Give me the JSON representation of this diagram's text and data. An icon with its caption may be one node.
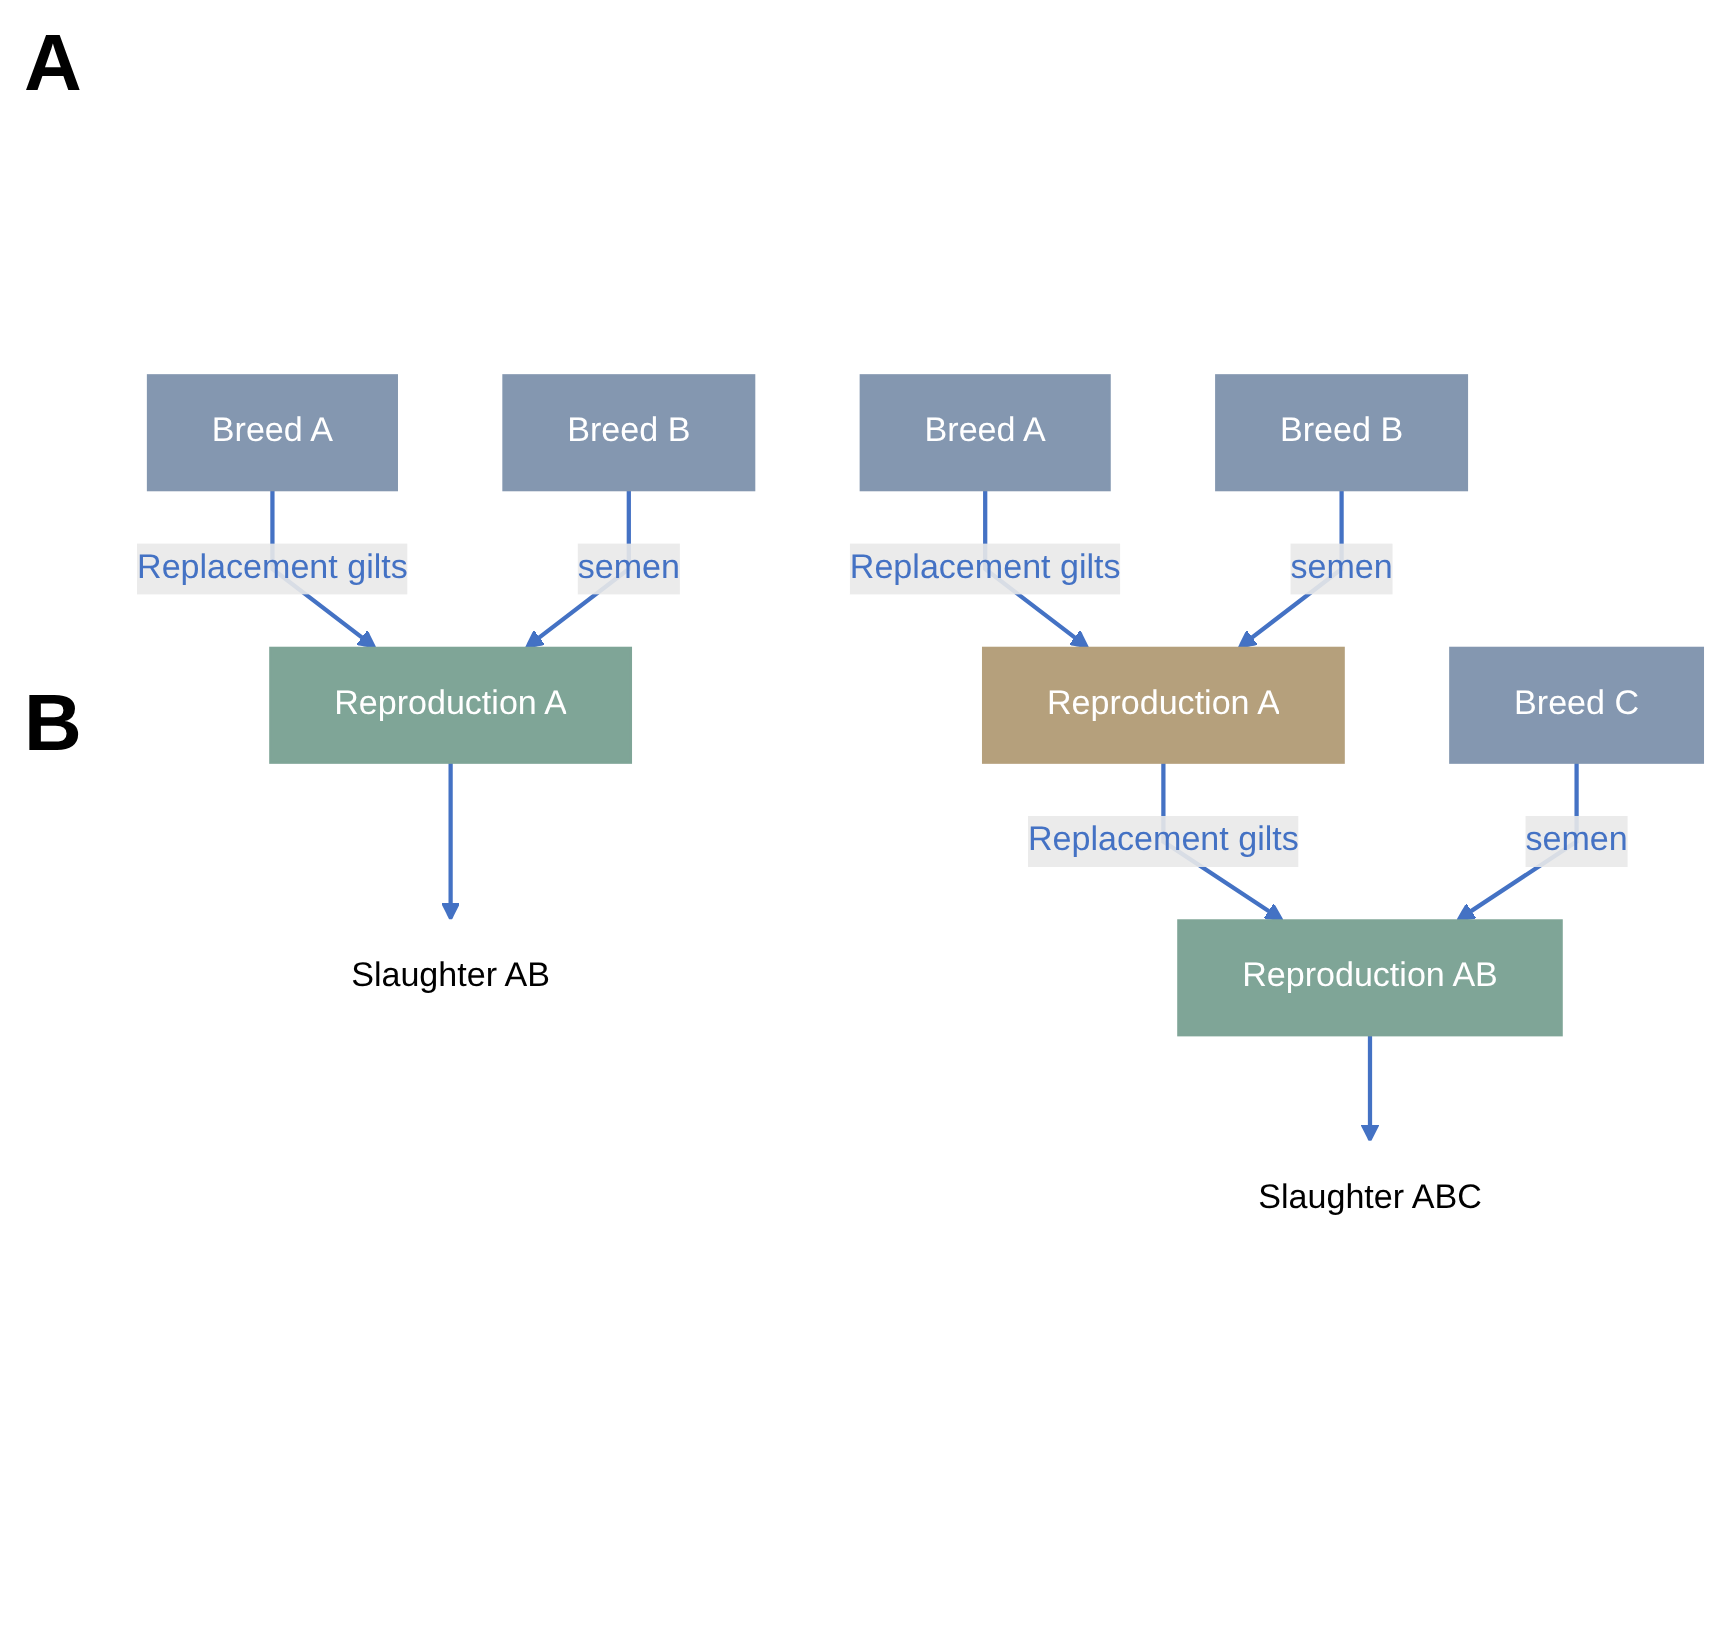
{
  "diagram": {
    "nodes": [
      {
        "text": [
          "Breed A"
        ]
      },
      {
        "text": [
          "Breed B"
        ]
      },
      {
        "text": [
          "Reproduction A"
        ]
      },
      {
        "text": [
          "Slaughter AB"
        ]
      },
      {
        "text": [
          "Breed A"
        ]
      },
      {
        "text": [
          "Breed B"
        ]
      },
      {
        "text": [
          "Reproduction A"
        ]
      },
      {
        "text": [
          "Breed C"
        ]
      },
      {
        "text": [
          "Reproduction AB"
        ]
      },
      {
        "text": [
          "Slaughter ABC"
        ]
      }
    ],
    "edges": [
      {
        "from": 0,
        "to": 2,
        "arrow": "to",
        "label": "Replacement gilts"
      },
      {
        "from": 1,
        "to": 2,
        "arrow": "to",
        "label": "semen"
      },
      {
        "from": 2,
        "to": 3,
        "arrow": "to"
      },
      {
        "from": 4,
        "to": 6,
        "arrow": "to",
        "label": "Replacement gilts"
      },
      {
        "from": 5,
        "to": 6,
        "arrow": "to",
        "label": "semen"
      },
      {
        "from": 6,
        "to": 8,
        "arrow": "to",
        "label": "Replacement gilts"
      },
      {
        "from": 7,
        "to": 8,
        "arrow": "to",
        "label": "semen"
      },
      {
        "from": 8,
        "to": 9,
        "arrow": "to"
      }
    ],
    "labels": [
      "A",
      "B"
    ]
  }
}
